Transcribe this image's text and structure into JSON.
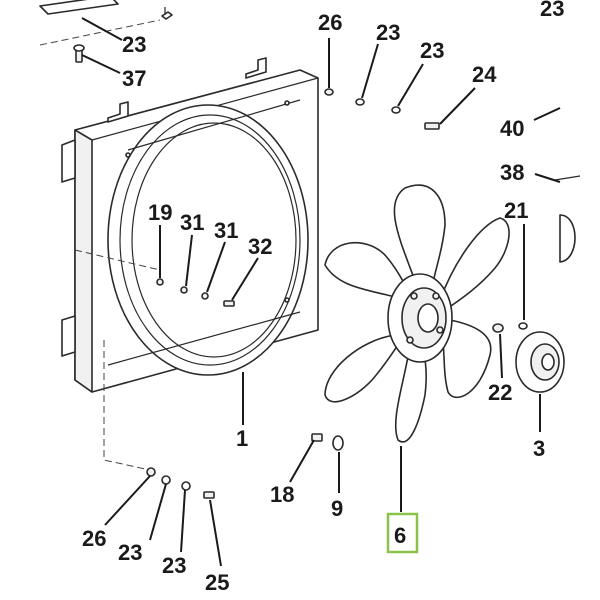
{
  "diagram": {
    "labels": {
      "l23_topright": "23",
      "l23_tl": "23",
      "l37": "37",
      "l26_top": "26",
      "l23_a": "23",
      "l23_b": "23",
      "l24": "24",
      "l40": "40",
      "l38": "38",
      "l21": "21",
      "l19": "19",
      "l31_a": "31",
      "l31_b": "31",
      "l32": "32",
      "l22": "22",
      "l3": "3",
      "l1": "1",
      "l18": "18",
      "l9": "9",
      "l6": "6",
      "l26_bot": "26",
      "l23_c": "23",
      "l23_d": "23",
      "l25": "25"
    },
    "highlight_color": "#8bc34a",
    "line_color": "#1a1a1a"
  }
}
